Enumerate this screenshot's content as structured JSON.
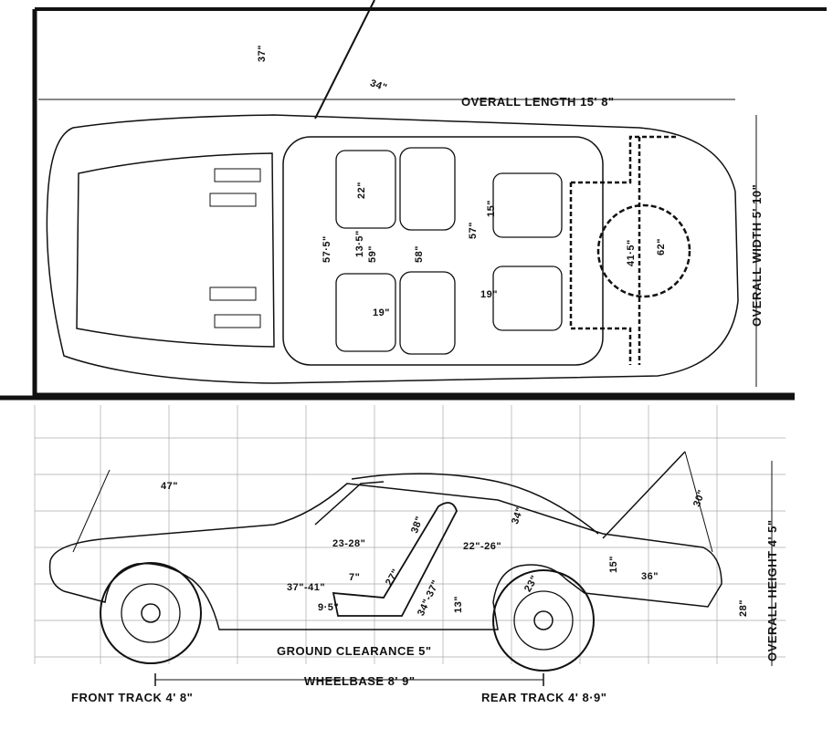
{
  "dimensions": {
    "overall_length": "OVERALL LENGTH 15' 8\"",
    "overall_width": "OVERALL WIDTH 5' 10\"",
    "overall_height": "OVERALL HEIGHT 4' 5\"",
    "ground_clearance": "GROUND CLEARANCE 5\"",
    "wheelbase": "WHEELBASE 8' 9\"",
    "front_track": "FRONT TRACK 4' 8\"",
    "rear_track": "REAR TRACK 4' 8·9\""
  },
  "plan_labels": {
    "hood_open": "37\"",
    "hood_len": "34\"",
    "front_seat_depth": "22\"",
    "cabin_width": "57·5\"",
    "shoulder_front": "59\"",
    "seat_gap": "13·5\"",
    "front_seat_width": "19\"",
    "shoulder_rear": "58\"",
    "rear_shoulder": "57\"",
    "rear_seat_depth": "15\"",
    "rear_seat_width": "19\"",
    "boot_depth": "41·5\"",
    "boot_dia": "62\""
  },
  "side_labels": {
    "bonnet_angle": "47\"",
    "front_leg": "23-28\"",
    "seat_back": "38\"",
    "rear_head": "34\"",
    "rear_leg": "22\"-26\"",
    "boot_lid": "30\"",
    "pedal": "37\"-41\"",
    "seat_cushion": "7\"",
    "seat_height": "9·5\"",
    "seat_recline": "27\"",
    "rear_knee": "34\"-37\"",
    "floor_h": "13\"",
    "rear_seat_h": "23\"",
    "boot_height": "15\"",
    "boot_length": "36\"",
    "bumper_h": "28\""
  }
}
